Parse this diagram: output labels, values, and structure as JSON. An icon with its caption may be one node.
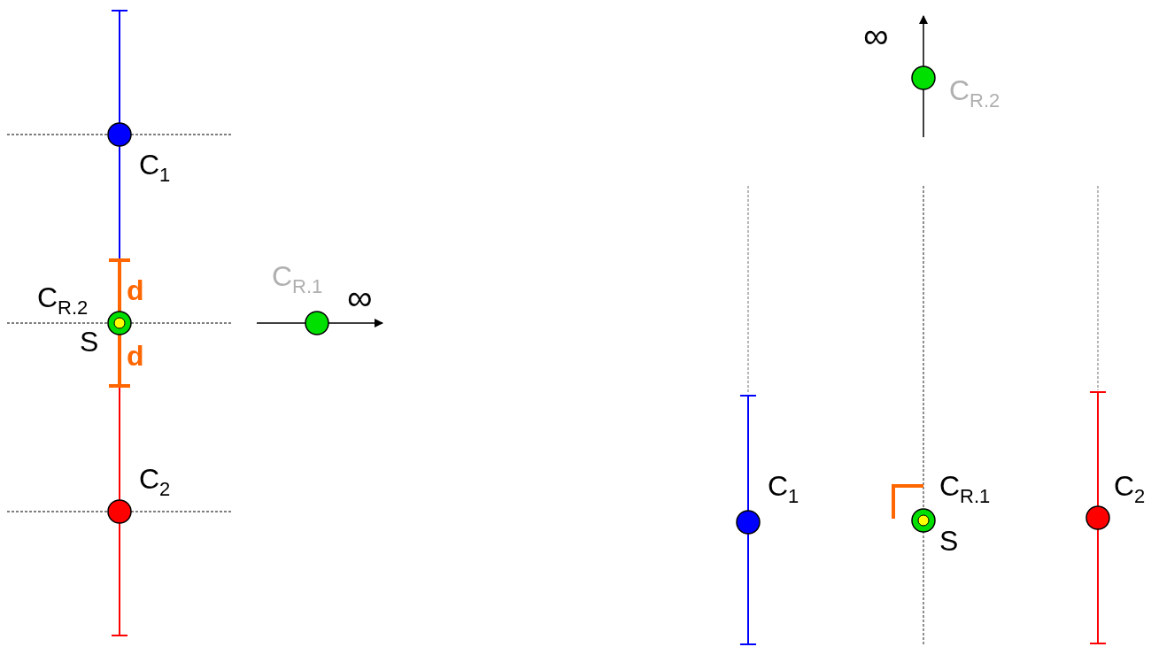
{
  "diagram": {
    "labels": [
      "∞",
      "C$_{R.2}$",
      "C$_{1}$",
      "C$_{R.2}$",
      "d",
      "C$_{R.1}$",
      "∞",
      "S",
      "d",
      "C$_{2}$",
      "C$_{1}$",
      "C$_{R.1}$",
      "C$_{2}$",
      "S"
    ]
  }
}
